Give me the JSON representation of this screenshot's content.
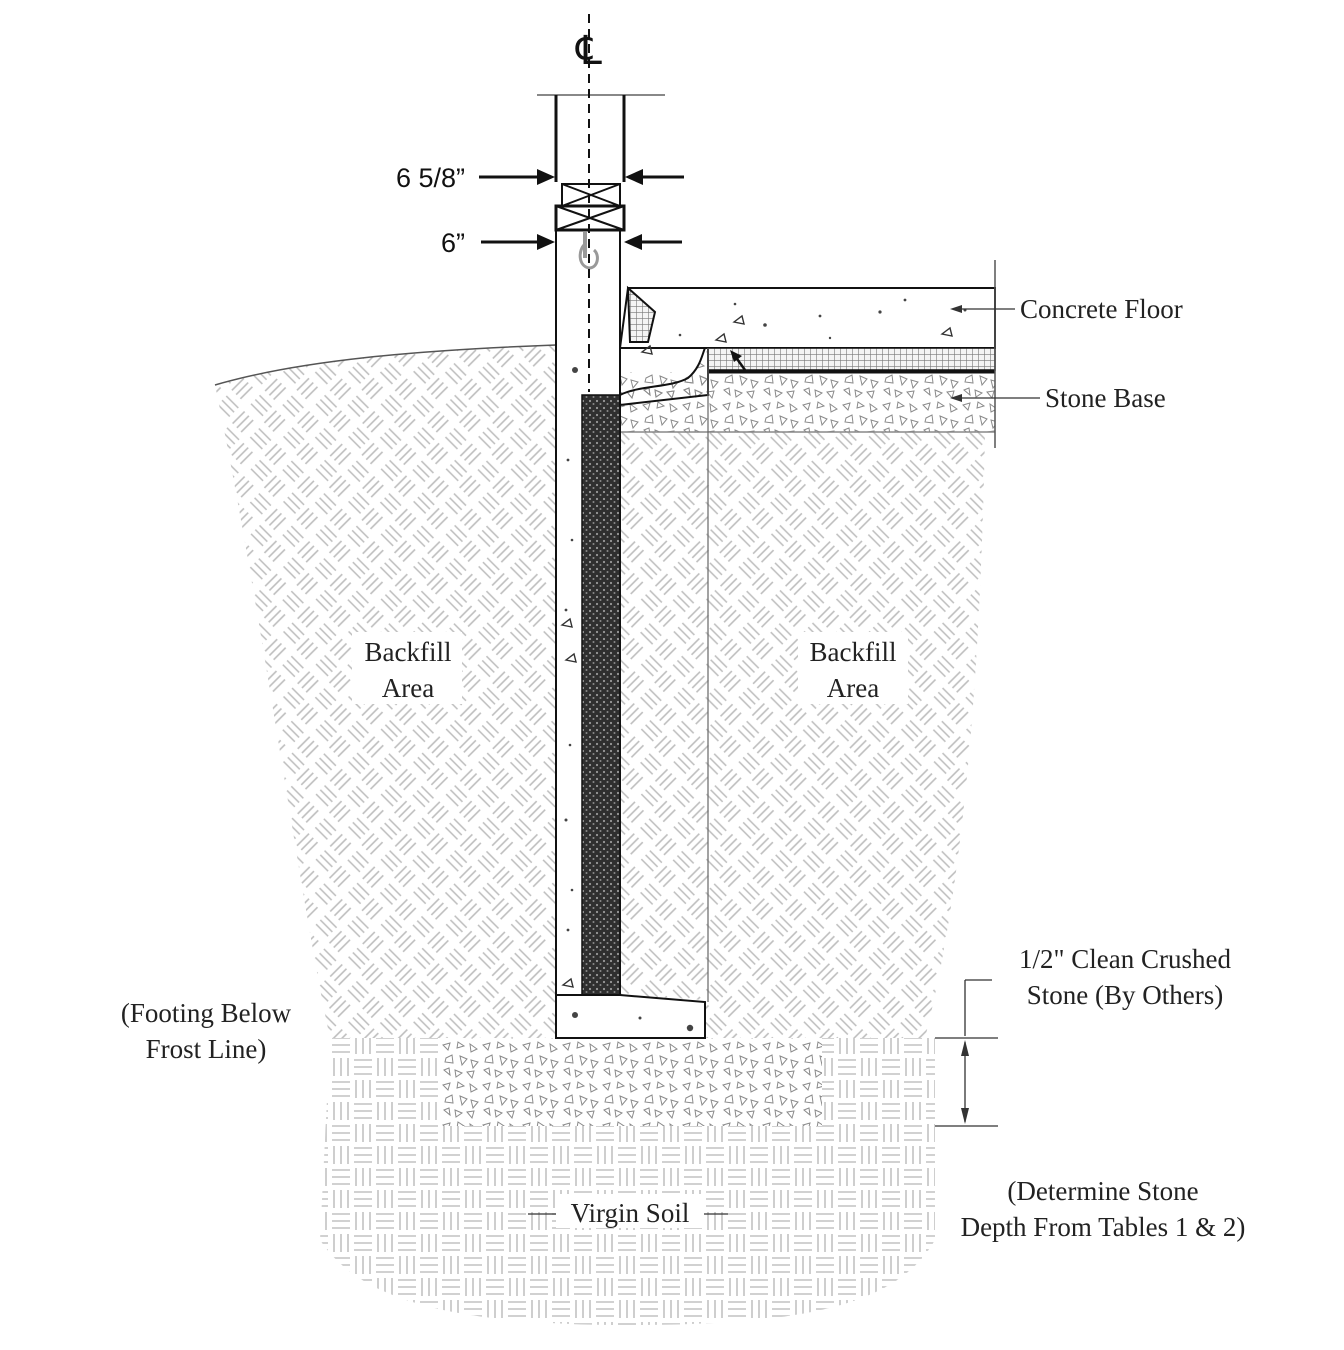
{
  "centerline_symbol": "℄",
  "dimensions": {
    "upper_width": "6 5/8”",
    "lower_width": "6”"
  },
  "labels": {
    "concrete_floor": "Concrete Floor",
    "stone_base": "Stone Base",
    "backfill_left_line1": "Backfill",
    "backfill_left_line2": "Area",
    "backfill_right_line1": "Backfill",
    "backfill_right_line2": "Area",
    "clean_stone_line1": "1/2\" Clean Crushed",
    "clean_stone_line2": "Stone (By Others)",
    "footing_line1": "(Footing Below",
    "footing_line2": "Frost Line)",
    "virgin_soil": "Virgin Soil",
    "depth_line1": "(Determine Stone",
    "depth_line2": "Depth From Tables 1 & 2)"
  },
  "colors": {
    "line": "#111111",
    "hatch": "#bdbdbd",
    "insulation": "#3a3a3a"
  }
}
